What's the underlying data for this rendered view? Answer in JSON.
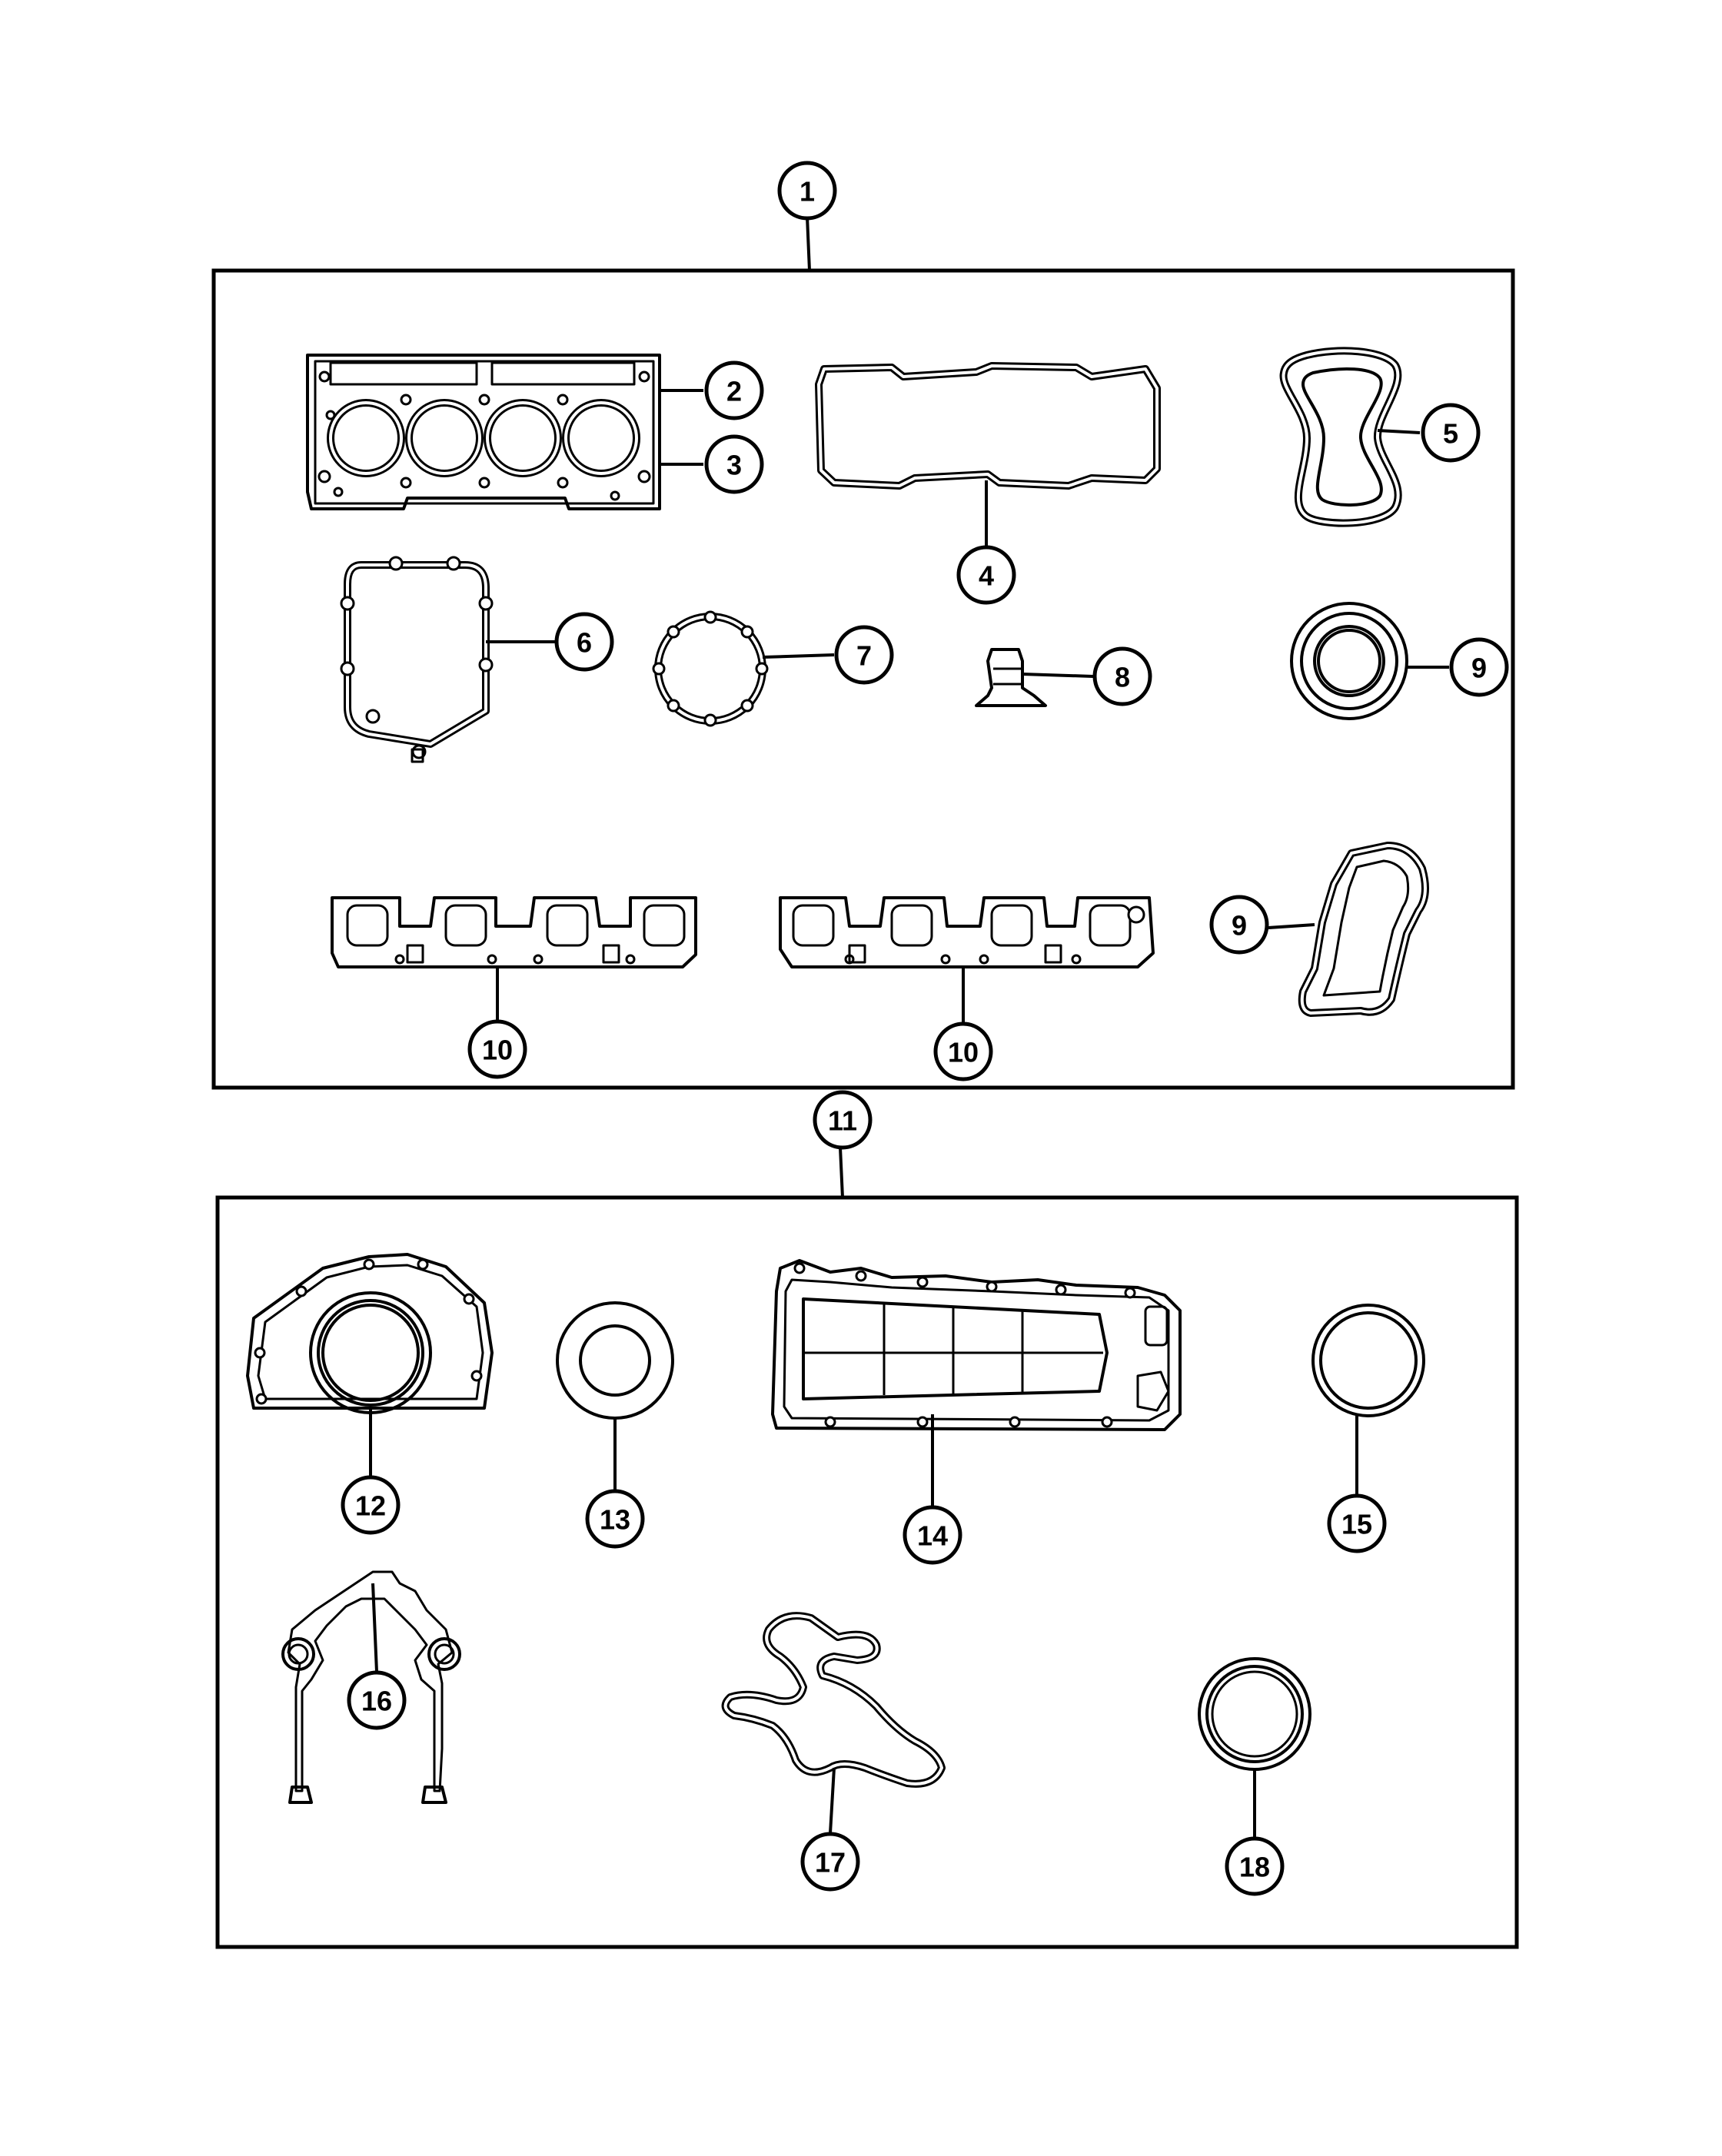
{
  "callouts": [
    {
      "label": "1"
    },
    {
      "label": "2"
    },
    {
      "label": "3"
    },
    {
      "label": "4"
    },
    {
      "label": "5"
    },
    {
      "label": "6"
    },
    {
      "label": "7"
    },
    {
      "label": "8"
    },
    {
      "label": "9"
    },
    {
      "label": "9"
    },
    {
      "label": "10"
    },
    {
      "label": "10"
    },
    {
      "label": "11"
    },
    {
      "label": "12"
    },
    {
      "label": "13"
    },
    {
      "label": "14"
    },
    {
      "label": "15"
    },
    {
      "label": "16"
    },
    {
      "label": "17"
    },
    {
      "label": "18"
    }
  ],
  "parts": [
    {
      "name": "cylinder-head-gasket"
    },
    {
      "name": "valve-cover-gasket"
    },
    {
      "name": "figure-eight-seal"
    },
    {
      "name": "cover-gasket"
    },
    {
      "name": "ring-gasket"
    },
    {
      "name": "valve-stem-seal"
    },
    {
      "name": "round-seal"
    },
    {
      "name": "shaped-gasket"
    },
    {
      "name": "exhaust-manifold-gasket-left"
    },
    {
      "name": "exhaust-manifold-gasket-right"
    },
    {
      "name": "rear-main-seal-retainer"
    },
    {
      "name": "round-seal-13"
    },
    {
      "name": "oil-pan-gasket"
    },
    {
      "name": "round-seal-15"
    },
    {
      "name": "timing-cover-gasket"
    },
    {
      "name": "water-pump-gasket"
    },
    {
      "name": "round-seal-18"
    }
  ]
}
